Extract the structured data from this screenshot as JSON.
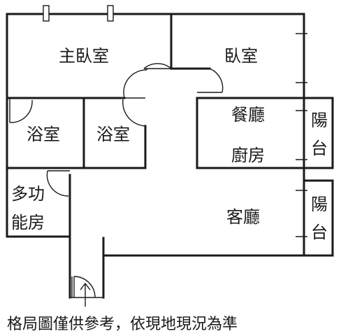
{
  "rooms": {
    "master_bedroom": "主臥室",
    "bedroom": "臥室",
    "dining_room": "餐廳",
    "kitchen": "廚房",
    "bathroom_1": "浴室",
    "bathroom_2": "浴室",
    "multi_room_line1": "多功",
    "multi_room_line2": "能房",
    "living_room": "客廳",
    "balcony_upper_line1": "陽",
    "balcony_upper_line2": "台",
    "balcony_lower_line1": "陽",
    "balcony_lower_line2": "台"
  },
  "entrance_icon": "up-arrow-icon",
  "caption": "格局圖僅供參考，依現地現況為準"
}
